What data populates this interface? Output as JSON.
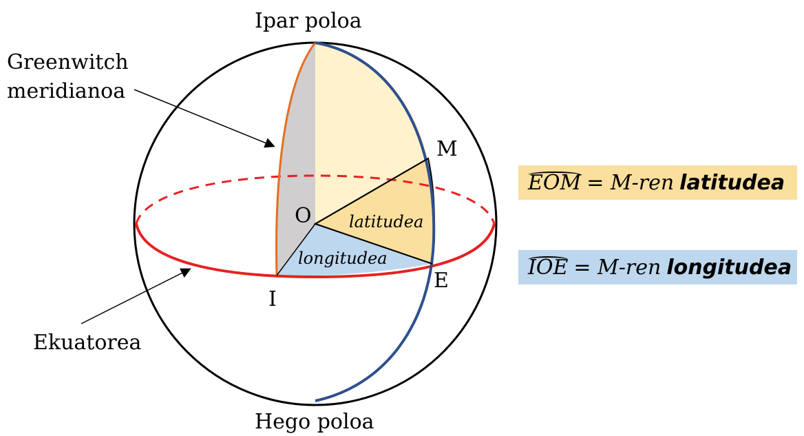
{
  "labels": {
    "north_pole": "Ipar poloa",
    "south_pole": "Hego poloa",
    "greenwich_line1": "Greenwitch",
    "greenwich_line2": "meridianoa",
    "equator": "Ekuatorea",
    "point_o": "O",
    "point_m": "M",
    "point_e": "E",
    "point_i": "I",
    "sector_latitude": "latitudea",
    "sector_longitude": "longitudea"
  },
  "formulas": {
    "latitude": {
      "angle": "EOM",
      "rhs": "= M-ren",
      "keyword": "latitudea",
      "bg": "#fbdf9e"
    },
    "longitude": {
      "angle": "IOE",
      "rhs": "= M-ren",
      "keyword": "longitudea",
      "bg": "#bdd7ee"
    }
  },
  "colors": {
    "greenwich_meridian": "#e56d1f",
    "meridian_m": "#2f4f8f",
    "equator": "#e52222",
    "latitude_fill": "#fbdf9e",
    "longitude_fill": "#bdd7ee",
    "quarter_fill": "#fff2cc",
    "grey_fill": "#d0cece"
  }
}
